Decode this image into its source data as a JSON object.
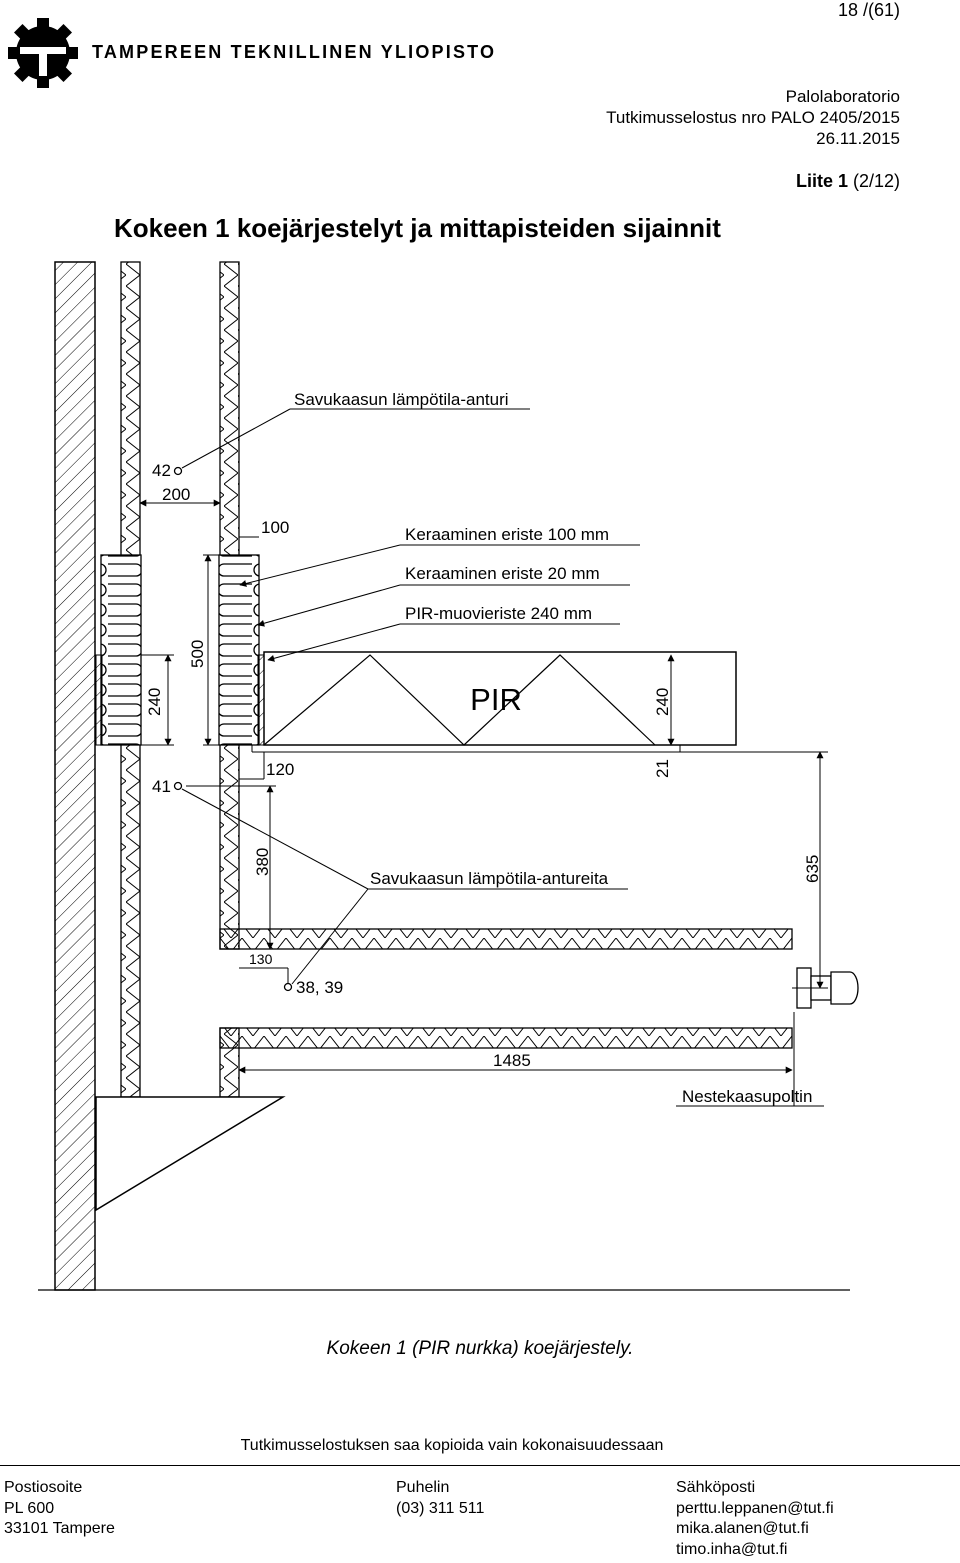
{
  "header": {
    "page_number": "18 /(61)",
    "university": "TAMPEREEN TEKNILLINEN YLIOPISTO",
    "lab": "Palolaboratorio",
    "report": "Tutkimusselostus nro PALO 2405/2015",
    "date": "26.11.2015",
    "appendix_bold": "Liite 1",
    "appendix_rest": " (2/12)"
  },
  "title": "Kokeen 1 koejärjestelyt ja mittapisteiden sijainnit",
  "drawing": {
    "labels": {
      "sensor_top": "Savukaasun lämpötila-anturi",
      "ceramic_100": "Keraaminen eriste 100 mm",
      "ceramic_20": "Keraaminen eriste 20 mm",
      "pir_insulation": "PIR-muovieriste 240 mm",
      "pir": "PIR",
      "sensors_lower": "Savukaasun lämpötila-antureita",
      "burner": "Nestekaasupoltin"
    },
    "points": {
      "p42": "42",
      "p41": "41",
      "p3839": "38, 39"
    },
    "dimensions": {
      "d200": "200",
      "d100": "100",
      "d500": "500",
      "d240_left": "240",
      "d240_right": "240",
      "d120": "120",
      "d21": "21",
      "d380": "380",
      "d635": "635",
      "d130": "130",
      "d1485": "1485"
    }
  },
  "caption": "Kokeen 1 (PIR nurkka) koejärjestely.",
  "copy_note": "Tutkimusselostuksen saa kopioida vain kokonaisuudessaan",
  "footer": {
    "postal": {
      "heading": "Postiosoite",
      "line1": "PL 600",
      "line2": "33101 Tampere"
    },
    "phone": {
      "heading": "Puhelin",
      "line1": "(03) 311 511"
    },
    "email": {
      "heading": "Sähköposti",
      "line1": "perttu.leppanen@tut.fi",
      "line2": "mika.alanen@tut.fi",
      "line3": "timo.inha@tut.fi"
    }
  }
}
